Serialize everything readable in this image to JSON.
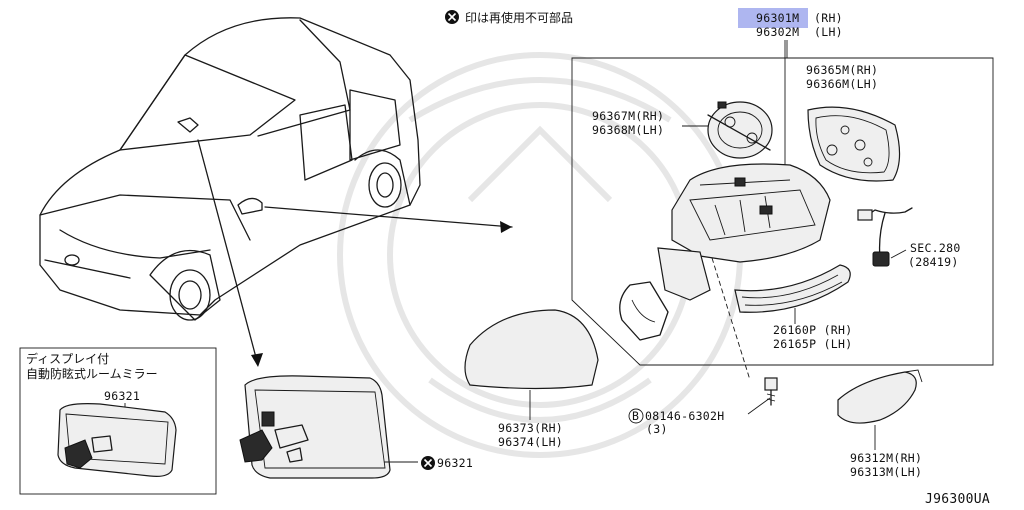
{
  "notice": {
    "symbol": "⊗",
    "text": "印は再使用不可部品"
  },
  "diagram_code": "J96300UA",
  "mirror_assembly": {
    "rh": "96301M",
    "rh_side": "(RH)",
    "lh": "96302M",
    "lh_side": "(LH)",
    "highlight_color": "#aeb6f0"
  },
  "parts": {
    "glass": {
      "rh": "96365M(RH)",
      "lh": "96366M(LH)"
    },
    "actuator": {
      "rh": "96367M(RH)",
      "lh": "96368M(LH)"
    },
    "harness": {
      "line1": "SEC.280",
      "line2": "(28419)"
    },
    "turn_lamp": {
      "rh": "26160P (RH)",
      "lh": "26165P (LH)"
    },
    "bolt": {
      "symbol": "B",
      "number": "08146-6302H",
      "qty": "(3)"
    },
    "cover": {
      "rh": "96373(RH)",
      "lh": "96374(LH)"
    },
    "cap": {
      "rh": "96312M(RH)",
      "lh": "96313M(LH)"
    },
    "inner_mirror": {
      "symbol": "⊗",
      "number": "96321"
    }
  },
  "inset": {
    "line1": "ディスプレイ付",
    "line2": "自動防眩式ルームミラー",
    "part": "96321"
  }
}
